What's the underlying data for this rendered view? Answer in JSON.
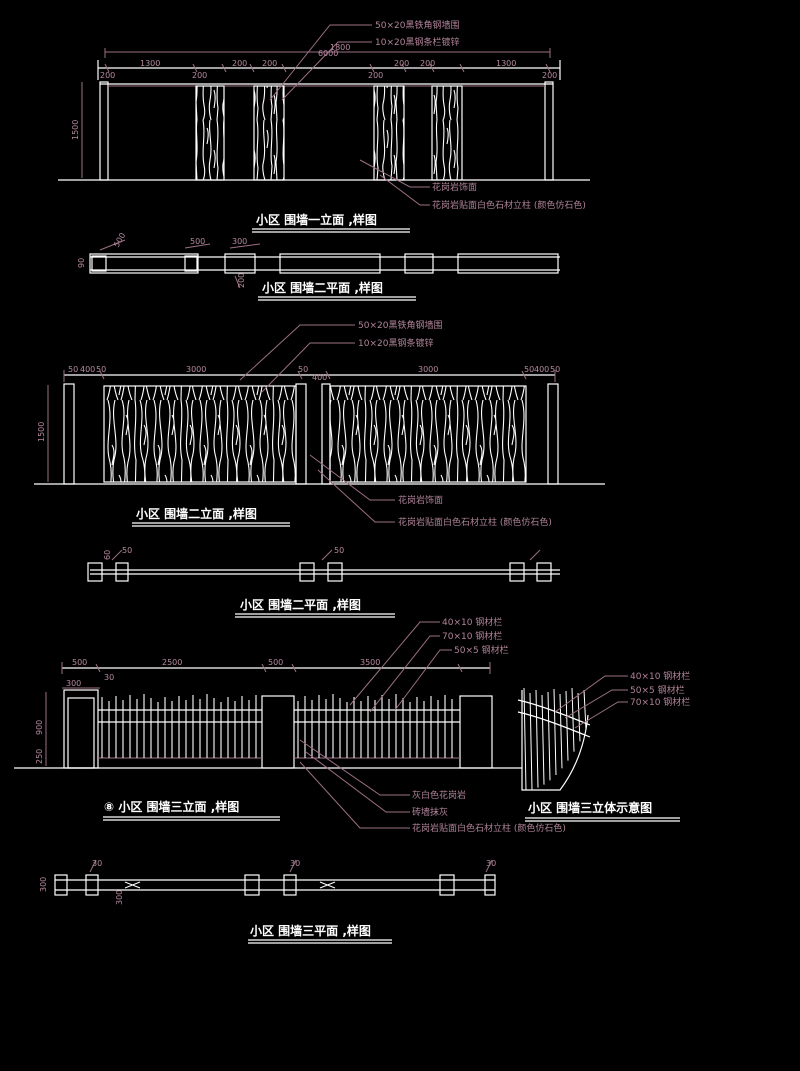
{
  "drawing_1": {
    "title": "小区 围墙一立面 ,样图",
    "dims_top": [
      "200",
      "1300",
      "200",
      "200",
      "200",
      "1800",
      "200",
      "200",
      "200",
      "1300",
      "200"
    ],
    "dim_total": "6000",
    "height": "1500",
    "notes": [
      "50×20黑铁角钢墙围",
      "10×20黑钢条栏镀锌",
      "花岗岩饰面",
      "花岗岩贴面白色石材立柱 (颜色仿石色)"
    ]
  },
  "plan_1": {
    "title": "小区 围墙二平面 ,样图",
    "dims": [
      "90",
      "500",
      "500",
      "300",
      "200"
    ]
  },
  "drawing_2": {
    "title": "小区 围墙二立面 ,样图",
    "dims_top": [
      "50",
      "400",
      "50",
      "3000",
      "50",
      "400",
      "3000",
      "50",
      "400",
      "50"
    ],
    "height": "1500",
    "notes": [
      "50×20黑铁角钢墙围",
      "10×20黑钢条镀锌",
      "花岗岩饰面",
      "花岗岩贴面白色石材立柱 (颜色仿石色)"
    ]
  },
  "plan_2": {
    "title": "小区 围墙二平面 ,样图",
    "dims": [
      "60",
      "50",
      "50"
    ]
  },
  "drawing_3": {
    "title": "⑧ 小区 围墙三立面 ,样图",
    "dims_top": [
      "500",
      "2500",
      "500",
      "3500",
      "300",
      "30"
    ],
    "heights": [
      "900",
      "250"
    ],
    "notes": [
      "40×10 钢材栏",
      "70×10 钢材栏",
      "50×5 钢材栏",
      "灰白色花岗岩",
      "砖墙抹灰",
      "花岗岩贴面白色石材立柱 (颜色仿石色)"
    ]
  },
  "drawing_4": {
    "title": "小区 围墙三立体示意图",
    "notes": [
      "40×10 钢材栏",
      "50×5 钢材栏",
      "70×10 钢材栏"
    ]
  },
  "plan_3": {
    "title": "小区 围墙三平面 ,样图",
    "dims": [
      "300",
      "30",
      "30",
      "30",
      "300"
    ]
  }
}
